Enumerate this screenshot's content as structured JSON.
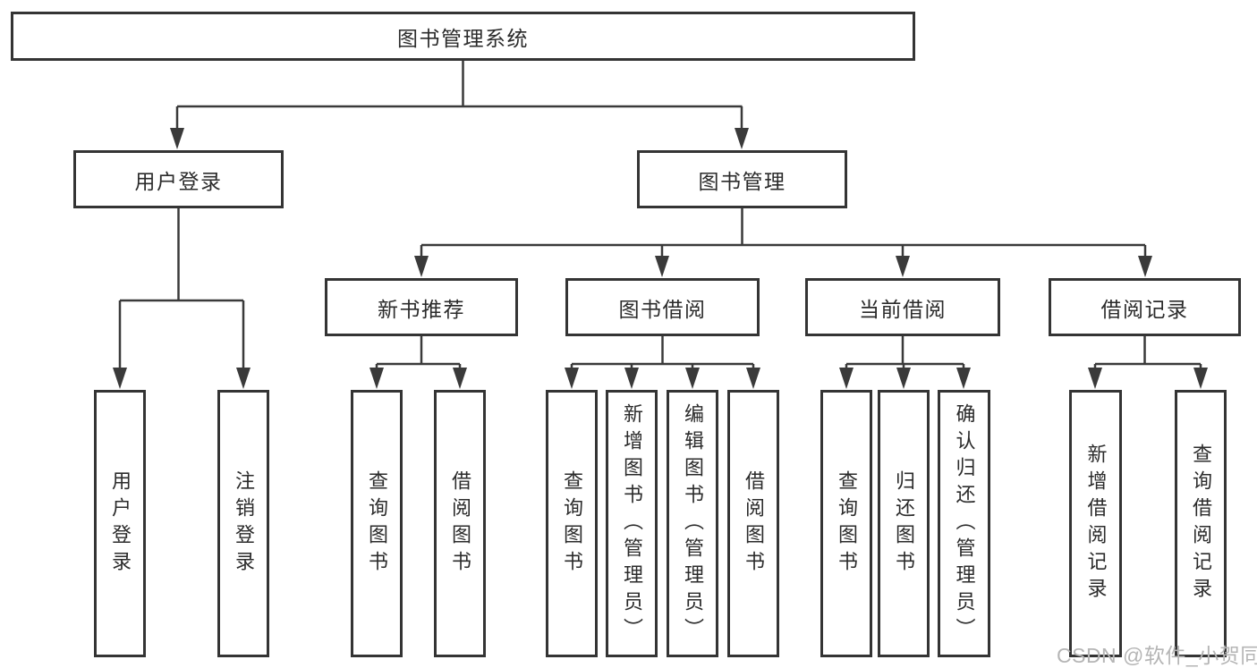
{
  "diagram": {
    "root": {
      "label": "图书管理系统"
    },
    "branches": [
      {
        "label": "用户登录",
        "children": [
          {
            "label": "用户登录"
          },
          {
            "label": "注销登录"
          }
        ]
      },
      {
        "label": "图书管理",
        "children": [
          {
            "label": "新书推荐",
            "children": [
              {
                "label": "查询图书"
              },
              {
                "label": "借阅图书"
              }
            ]
          },
          {
            "label": "图书借阅",
            "children": [
              {
                "label": "查询图书"
              },
              {
                "label": "新增图书（管理员）"
              },
              {
                "label": "编辑图书（管理员）"
              },
              {
                "label": "借阅图书"
              }
            ]
          },
          {
            "label": "当前借阅",
            "children": [
              {
                "label": "查询图书"
              },
              {
                "label": "归还图书"
              },
              {
                "label": "确认归还（管理员）"
              }
            ]
          },
          {
            "label": "借阅记录",
            "children": [
              {
                "label": "新增借阅记录"
              },
              {
                "label": "查询借阅记录"
              }
            ]
          }
        ]
      }
    ]
  },
  "watermark": {
    "text": "CSDN @软件_小贺同学"
  },
  "colors": {
    "background": "#ffffff",
    "line": "#3a3a3a",
    "box_border": "#343434",
    "text": "#2b2b2b",
    "watermark": "#b5b5b5"
  }
}
